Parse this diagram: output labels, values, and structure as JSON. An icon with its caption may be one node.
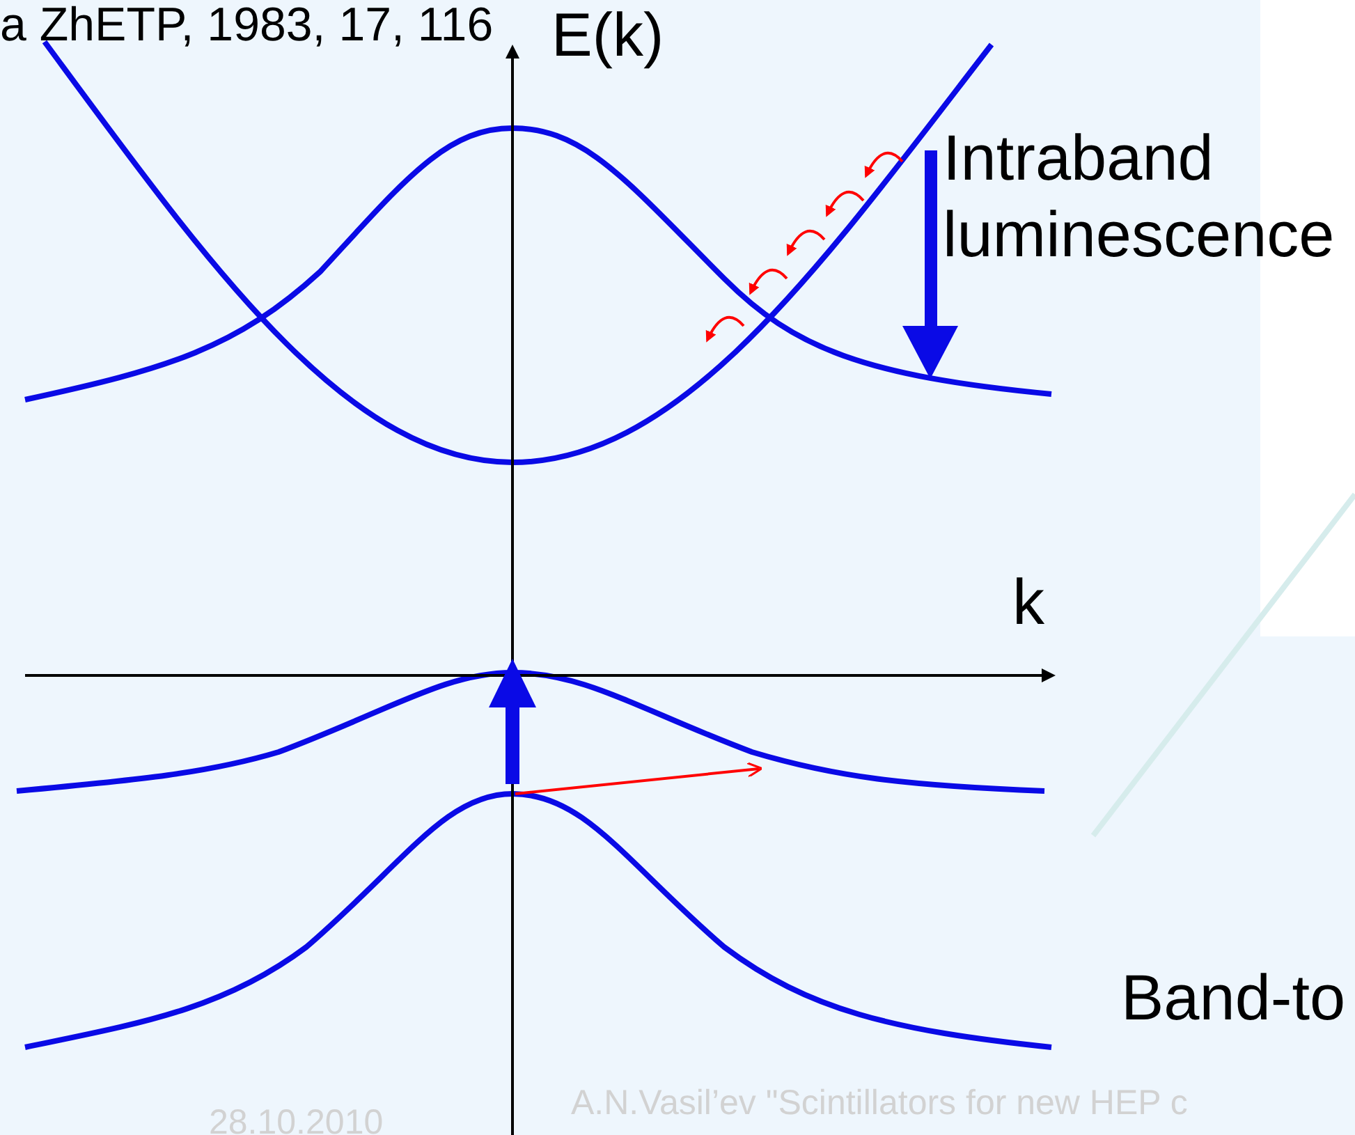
{
  "diagram": {
    "labels": [
      "a ZhETP, 1983, 17, 116",
      "E(k)",
      "Intraband luminescence",
      "k",
      "Band-to",
      "28.10.2010",
      "A.N.Vasil’ev \"Scintillators for new HEP c"
    ]
  }
}
